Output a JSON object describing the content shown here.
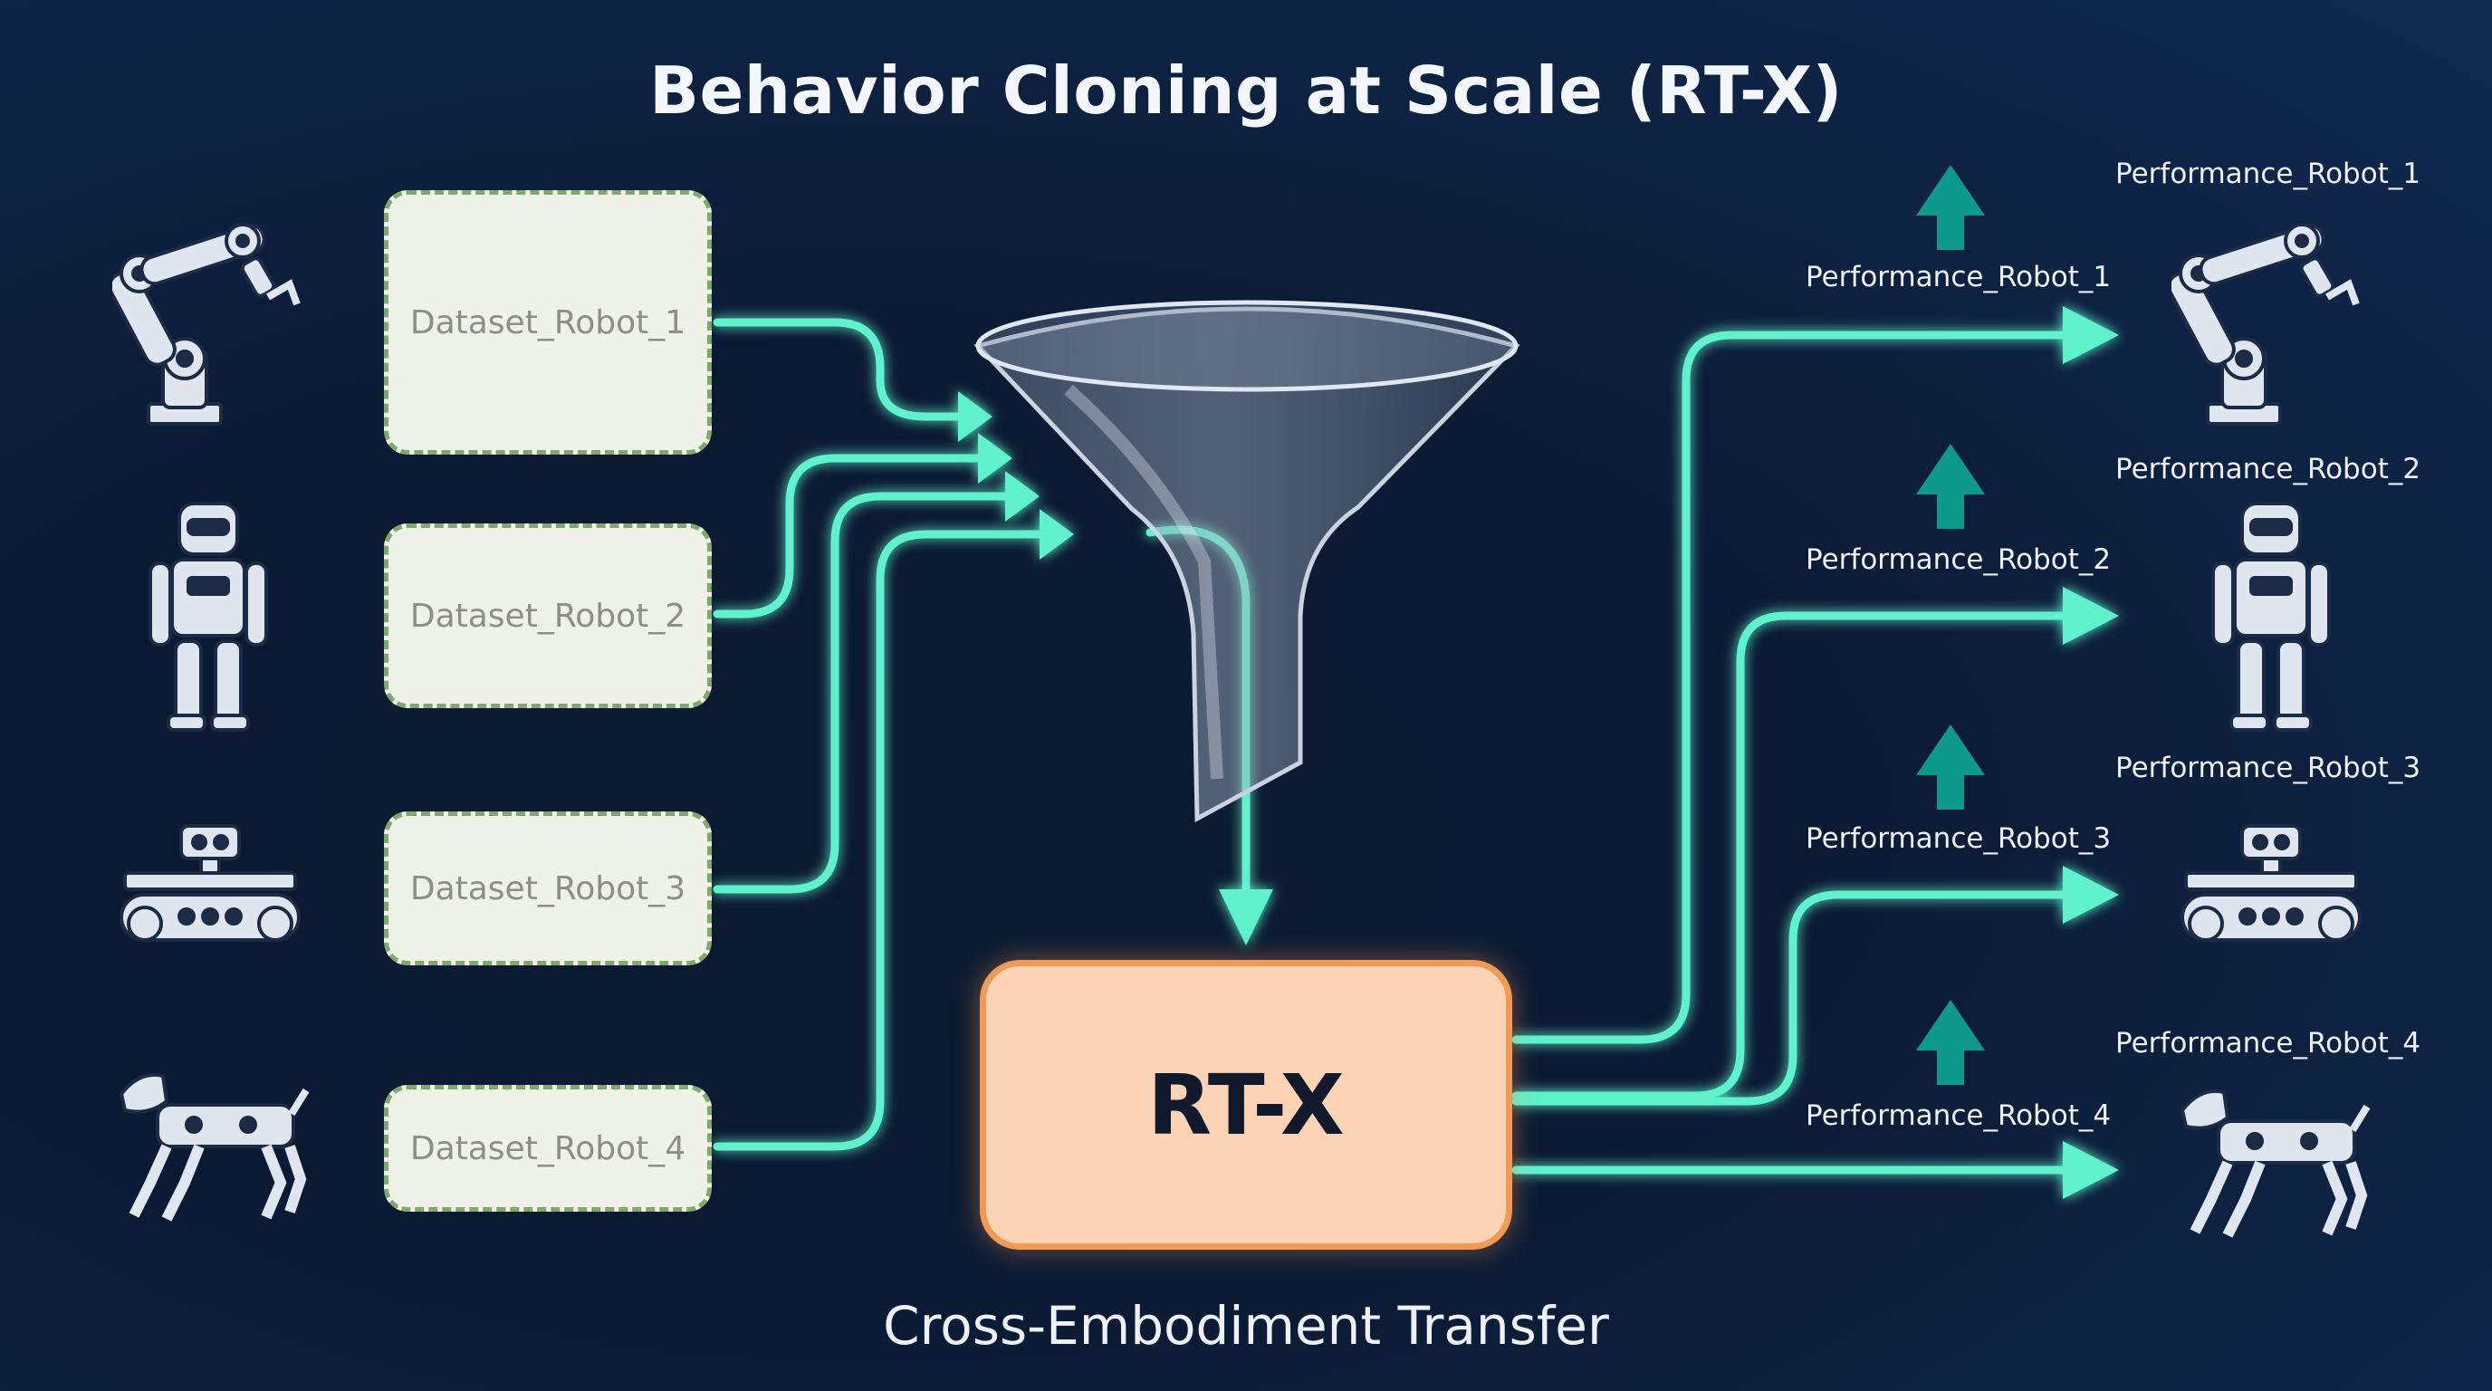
{
  "title": "Behavior Cloning at Scale (RT-X)",
  "caption": "Cross-Embodiment Transfer",
  "model_label": "RT-X",
  "datasets": [
    "Dataset_Robot_1",
    "Dataset_Robot_2",
    "Dataset_Robot_3",
    "Dataset_Robot_4"
  ],
  "outputs": {
    "inner_labels": [
      "Performance_Robot_1",
      "Performance_Robot_2",
      "Performance_Robot_3",
      "Performance_Robot_4"
    ],
    "outer_labels": [
      "Performance_Robot_1",
      "Performance_Robot_2",
      "Performance_Robot_3",
      "Performance_Robot_4"
    ]
  },
  "robots": [
    "robot-arm-icon",
    "humanoid-robot-icon",
    "wheeled-rover-icon",
    "robot-dog-icon"
  ],
  "colors": {
    "background": "#0b1a33",
    "flow": "#5ef2cc",
    "up_arrow": "#0e9a8a",
    "dataset_fill": "#eff2e7",
    "dataset_border": "#7fa86c",
    "model_fill": "#fcd3b4",
    "model_border": "#f29a55"
  }
}
